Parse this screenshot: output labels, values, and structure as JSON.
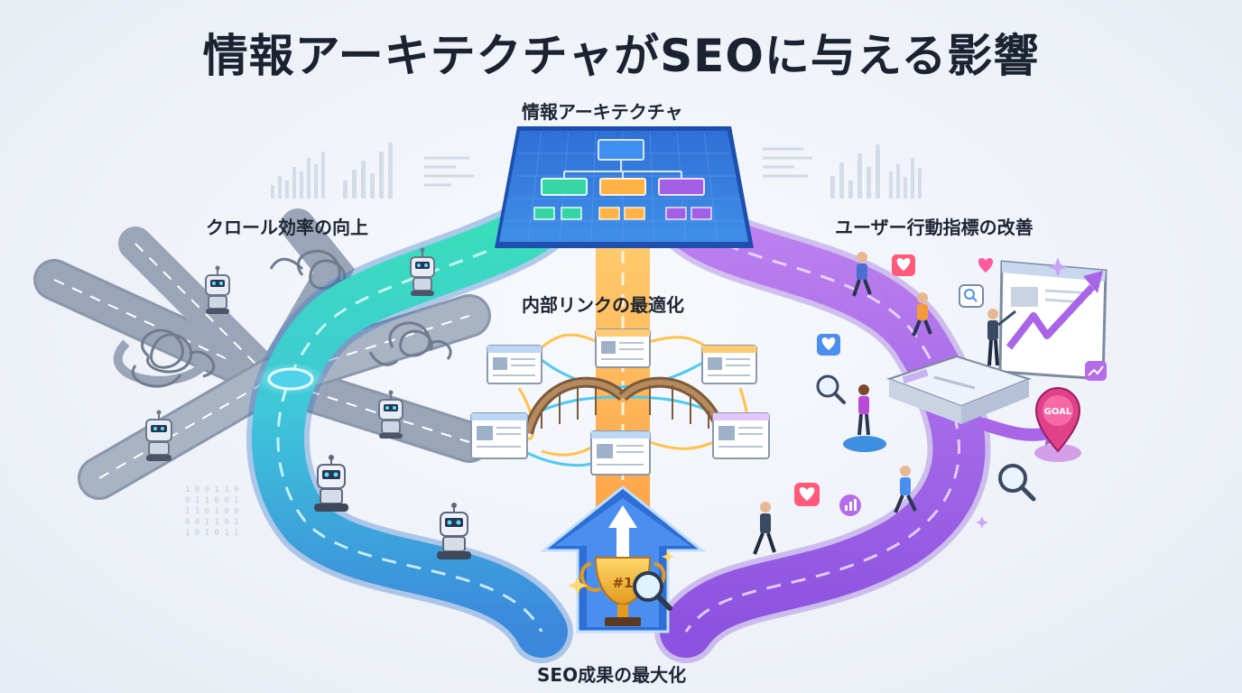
{
  "title": "情報アーキテクチャがSEOに与える影響",
  "labels": {
    "information_architecture": "情報アーキテクチャ",
    "crawl_efficiency": "クロール効率の向上",
    "internal_linking": "内部リンクの最適化",
    "user_behavior": "ユーザー行動指標の改善",
    "seo_result": "SEO成果の最大化"
  },
  "badges": {
    "goal": "GOAL",
    "trophy_rank": "#1"
  },
  "colors": {
    "green_path": "#2ee0b0",
    "blue_path": "#3f8fe0",
    "orange_path": "#ffb34a",
    "purple_path": "#a965e8",
    "blueprint": "#2c63c7",
    "title_text": "#1b2331"
  },
  "icons": [
    "robot-icon",
    "heart-icon",
    "magnifier-icon",
    "trophy-icon",
    "goal-pin-icon",
    "up-arrow-icon",
    "person-icon",
    "growth-chart-icon"
  ]
}
